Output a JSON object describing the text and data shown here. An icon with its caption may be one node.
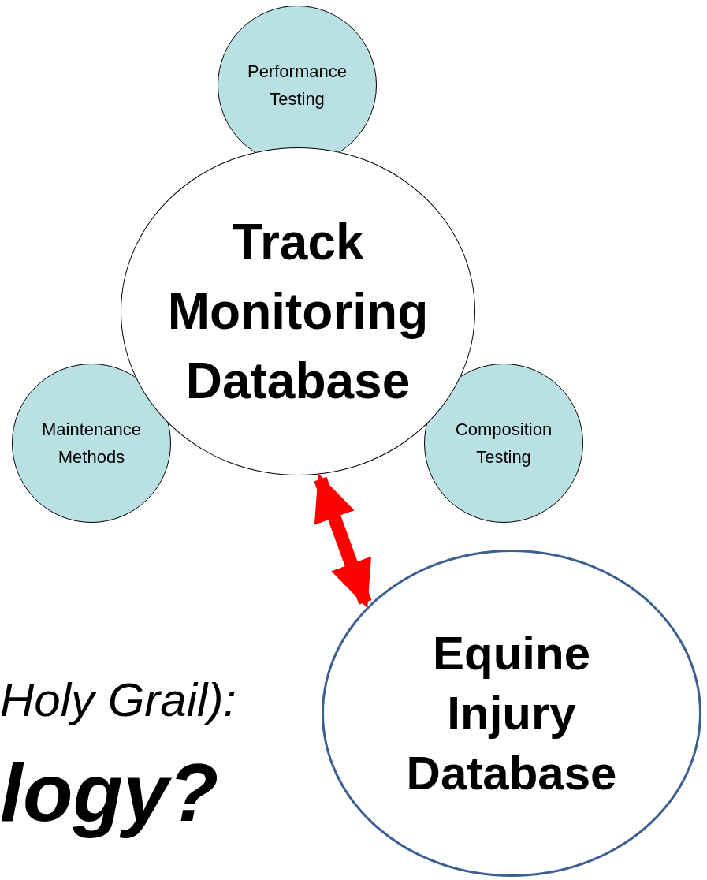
{
  "diagram": {
    "nodes": [
      {
        "text": [
          "Performance Testing"
        ]
      },
      {
        "text": [
          "Track Monitoring Database"
        ]
      },
      {
        "text": [
          "Maintenance Methods"
        ]
      },
      {
        "text": [
          "Composition Testing"
        ]
      },
      {
        "text": [
          "Equine Injury Database"
        ]
      }
    ],
    "edges": [
      {
        "from": 1,
        "to": 4,
        "arrow": "both",
        "color": "#ff0000"
      }
    ],
    "labels": [
      "Holy Grail):",
      "logy?"
    ]
  }
}
